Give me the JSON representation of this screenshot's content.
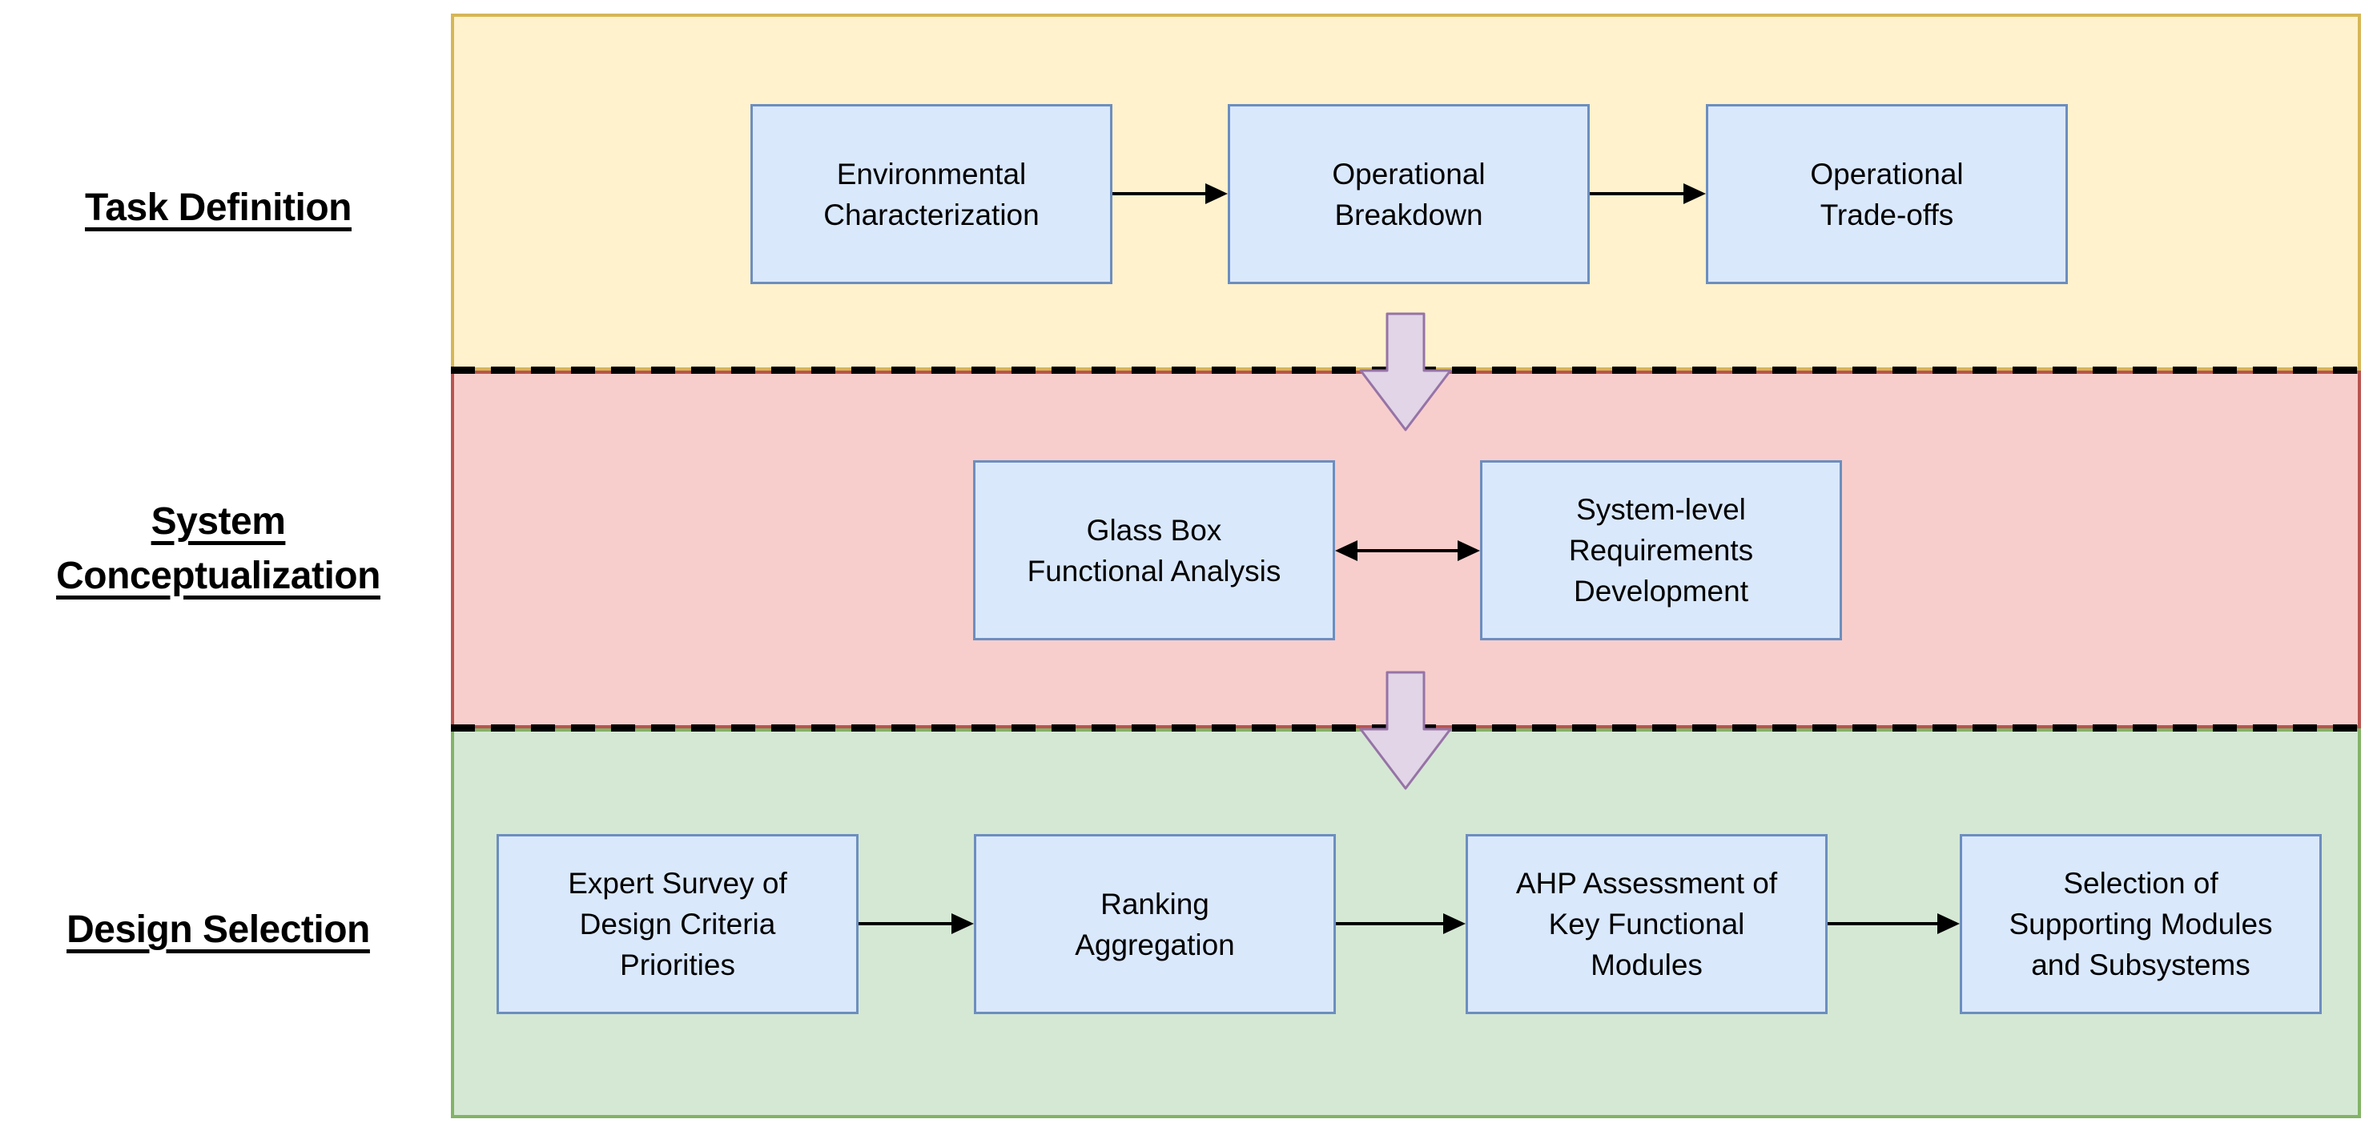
{
  "diagram": {
    "background": "#ffffff",
    "label_color": "#000000",
    "divider_color": "#000000",
    "connector_color": "#000000",
    "node_style": {
      "fill": "#dae8fc",
      "stroke": "#6c8ebf",
      "text_color": "#000000"
    },
    "phase_arrow": {
      "fill": "#e1d5e7",
      "stroke": "#9673a6"
    },
    "phases": [
      {
        "name": "Task Definition",
        "label_lines": [
          "Task Definition"
        ],
        "band": {
          "fill": "#fff2cc",
          "stroke": "#d6b656"
        },
        "boxes": [
          {
            "lines": [
              "Environmental",
              "Characterization"
            ]
          },
          {
            "lines": [
              "Operational",
              "Breakdown"
            ]
          },
          {
            "lines": [
              "Operational",
              "Trade-offs"
            ]
          }
        ]
      },
      {
        "name": "System Conceptualization",
        "label_lines": [
          "System",
          "Conceptualization"
        ],
        "band": {
          "fill": "#f8cecc",
          "stroke": "#b85450"
        },
        "boxes": [
          {
            "lines": [
              "Glass Box",
              "Functional Analysis"
            ]
          },
          {
            "lines": [
              "System-level",
              "Requirements",
              "Development"
            ]
          }
        ]
      },
      {
        "name": "Design Selection",
        "label_lines": [
          "Design Selection"
        ],
        "band": {
          "fill": "#d5e8d4",
          "stroke": "#82b366"
        },
        "boxes": [
          {
            "lines": [
              "Expert Survey of",
              "Design Criteria",
              "Priorities"
            ]
          },
          {
            "lines": [
              "Ranking",
              "Aggregation"
            ]
          },
          {
            "lines": [
              "AHP Assessment of",
              "Key Functional",
              "Modules"
            ]
          },
          {
            "lines": [
              "Selection of",
              "Supporting Modules",
              "and Subsystems"
            ]
          }
        ]
      }
    ]
  }
}
